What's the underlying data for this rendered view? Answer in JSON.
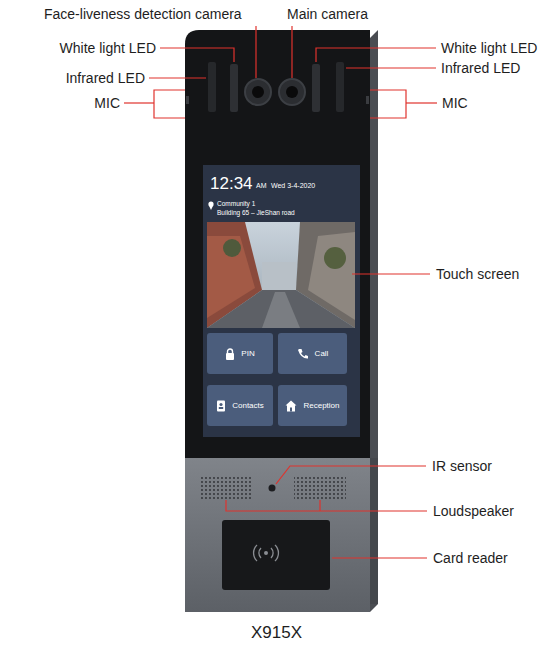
{
  "diagram": {
    "caption": "X915X",
    "nodes": [
      {
        "text": [
          "12:34",
          "AM",
          "Wed 3-4-2020",
          "Community 1",
          "Building 65 – JieShan road"
        ]
      },
      {
        "text": [
          "PIN"
        ],
        "in": 0
      },
      {
        "text": [
          "Call"
        ],
        "in": 0
      },
      {
        "text": [
          "Contacts"
        ],
        "in": 0
      },
      {
        "text": [
          "Reception"
        ],
        "in": 0
      }
    ],
    "labels": [
      "Face-liveness detection camera",
      "Main camera",
      "White light LED",
      "White light LED",
      "Infrared LED",
      "Infrared LED",
      "MIC",
      "MIC",
      "Touch screen",
      "IR sensor",
      "Loudspeaker",
      "Card reader"
    ]
  }
}
